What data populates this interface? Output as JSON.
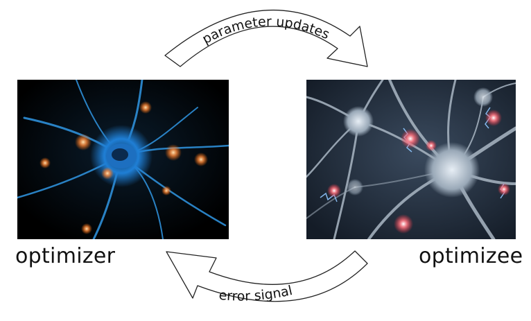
{
  "images": {
    "optimizer": "neuron-image-blue",
    "optimizee": "neuron-network-image"
  },
  "labels": {
    "optimizer": "optimizer",
    "optimizee": "optimizee"
  },
  "arrows": {
    "top": "parameter updates",
    "bottom": "error signal"
  }
}
